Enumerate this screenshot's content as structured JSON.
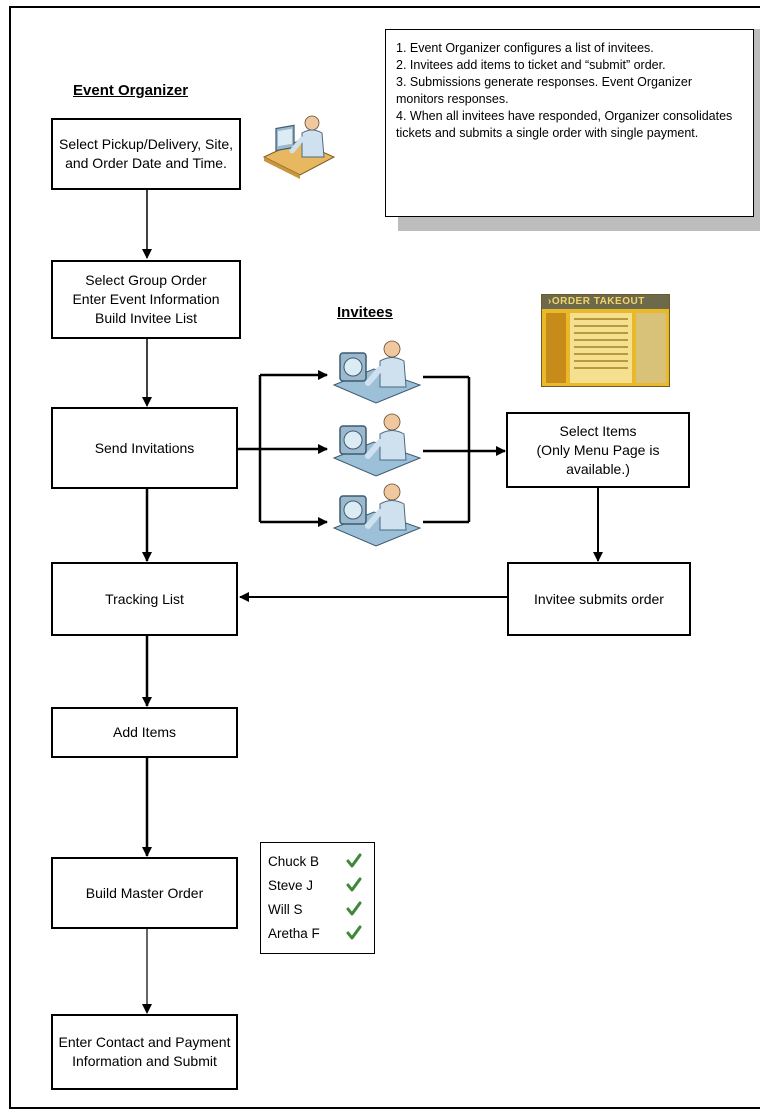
{
  "organizer_heading": "Event Organizer",
  "invitees_heading": "Invitees",
  "note": {
    "lines": [
      "1. Event Organizer configures a list of invitees.",
      "2.  Invitees add items to ticket and “submit” order.",
      "3.  Submissions generate responses.  Event Organizer monitors responses.",
      "4.  When all invitees have responded, Organizer consolidates tickets and submits a single order with single payment."
    ]
  },
  "boxes": {
    "select_pickup": "Select Pickup/Delivery, Site, and Order Date and Time.",
    "group_order": "Select Group Order\nEnter Event Information\nBuild Invitee List",
    "send_invitations": "Send Invitations",
    "tracking_list": "Tracking List",
    "add_items": "Add Items",
    "build_master": "Build Master Order",
    "enter_contact": "Enter Contact and Payment Information and Submit",
    "select_items": "Select Items\n(Only Menu Page is available.)",
    "invitee_submits": "Invitee submits order"
  },
  "checklist": {
    "names": [
      "Chuck B",
      "Steve J",
      "Will S",
      "Aretha F"
    ],
    "check_icon": "checkmark-icon",
    "check_color": "#3a8a3a"
  },
  "screenshot": {
    "banner": "›ORDER TAKEOUT",
    "icon": "order-takeout-screenshot-icon"
  },
  "colors": {
    "line": "#000000",
    "note_shadow": "#bdbdbd",
    "person_skin": "#f0c8a0",
    "person_shirt": "#cfe0ee",
    "desk": "#e8b860",
    "monitor": "#9cb8cc"
  }
}
